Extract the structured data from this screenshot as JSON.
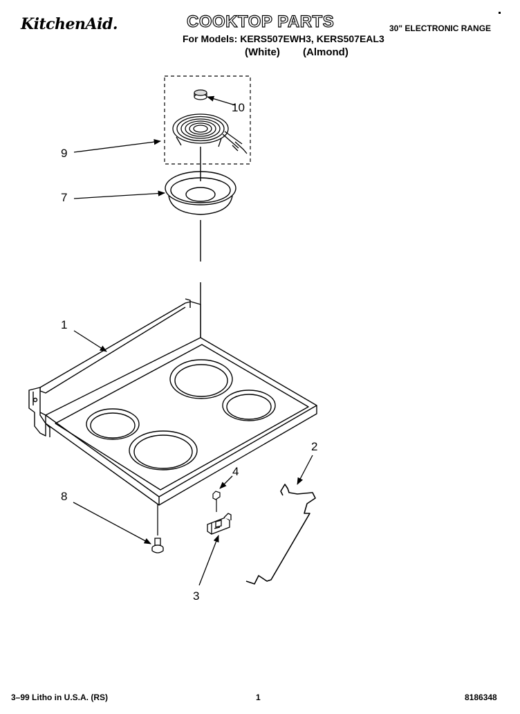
{
  "header": {
    "brand": "KitchenAid.",
    "title": "COOKTOP PARTS",
    "subtitle": "30\" ELECTRONIC RANGE",
    "models_line": "For Models: KERS507EWH3, KERS507EAL3",
    "color_white": "(White)",
    "color_almond": "(Almond)"
  },
  "callouts": {
    "c10": "10",
    "c9": "9",
    "c7": "7",
    "c1": "1",
    "c2": "2",
    "c4": "4",
    "c8": "8",
    "c3": "3"
  },
  "footer": {
    "print_info": "3–99 Litho in U.S.A. (RS)",
    "page_number": "1",
    "part_number": "8186348"
  }
}
